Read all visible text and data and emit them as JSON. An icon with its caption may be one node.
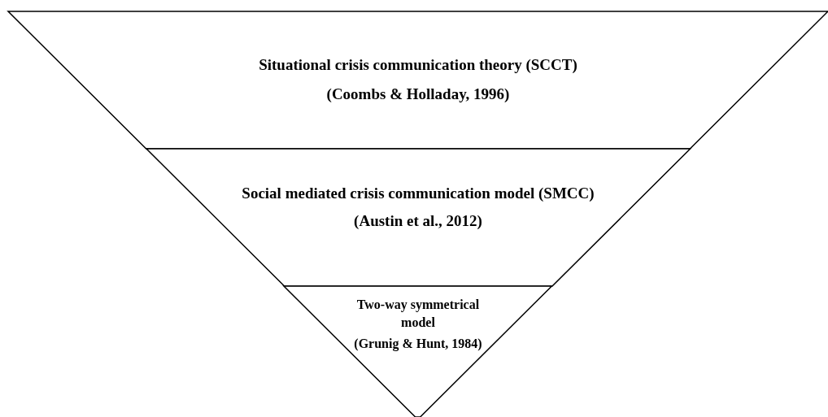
{
  "diagram": {
    "nodes": [
      {
        "text": [
          "Situational crisis communication theory (SCCT)",
          "(Coombs & Holladay, 1996)"
        ]
      },
      {
        "text": [
          "Social mediated crisis communication model (SMCC)",
          "(Austin et al., 2012)"
        ]
      },
      {
        "text": [
          "Two-way symmetrical model",
          "(Grunig & Hunt, 1984)"
        ]
      }
    ]
  }
}
